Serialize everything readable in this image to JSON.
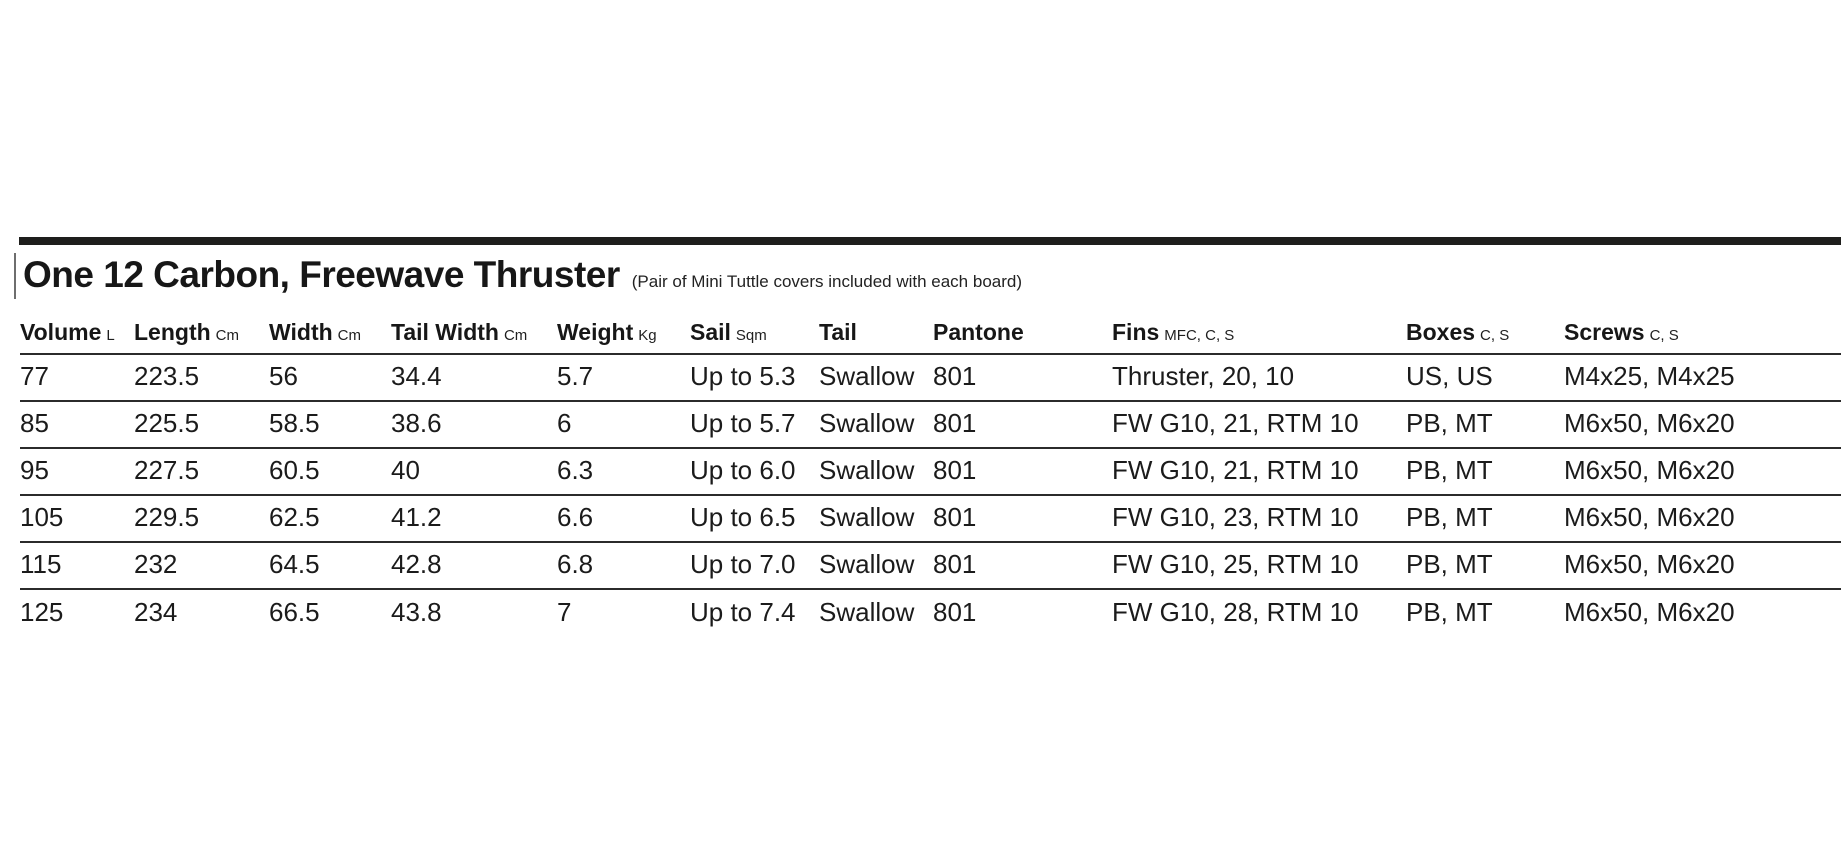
{
  "page": {
    "title": "One 12 Carbon, Freewave Thruster",
    "subtitle": "(Pair of Mini Tuttle covers included with each board)"
  },
  "table": {
    "columns": [
      {
        "label": "Volume",
        "unit": "L"
      },
      {
        "label": "Length",
        "unit": "Cm"
      },
      {
        "label": "Width",
        "unit": "Cm"
      },
      {
        "label": "Tail Width",
        "unit": "Cm"
      },
      {
        "label": "Weight",
        "unit": "Kg"
      },
      {
        "label": "Sail",
        "unit": "Sqm"
      },
      {
        "label": "Tail",
        "unit": ""
      },
      {
        "label": "Pantone",
        "unit": ""
      },
      {
        "label": "Fins",
        "unit": "MFC, C, S"
      },
      {
        "label": "Boxes",
        "unit": "C, S"
      },
      {
        "label": "Screws",
        "unit": "C, S"
      }
    ],
    "rows": [
      [
        "77",
        "223.5",
        "56",
        "34.4",
        "5.7",
        "Up to 5.3",
        "Swallow",
        "801",
        "Thruster, 20, 10",
        "US, US",
        "M4x25, M4x25"
      ],
      [
        "85",
        "225.5",
        "58.5",
        "38.6",
        "6",
        "Up to 5.7",
        "Swallow",
        "801",
        "FW G10, 21, RTM 10",
        "PB, MT",
        "M6x50, M6x20"
      ],
      [
        "95",
        "227.5",
        "60.5",
        "40",
        "6.3",
        "Up to 6.0",
        "Swallow",
        "801",
        "FW G10, 21, RTM 10",
        "PB, MT",
        "M6x50, M6x20"
      ],
      [
        "105",
        "229.5",
        "62.5",
        "41.2",
        "6.6",
        "Up to 6.5",
        "Swallow",
        "801",
        "FW G10, 23, RTM 10",
        "PB, MT",
        "M6x50, M6x20"
      ],
      [
        "115",
        "232",
        "64.5",
        "42.8",
        "6.8",
        "Up to 7.0",
        "Swallow",
        "801",
        "FW G10, 25, RTM 10",
        "PB, MT",
        "M6x50, M6x20"
      ],
      [
        "125",
        "234",
        "66.5",
        "43.8",
        "7",
        "Up to 7.4",
        "Swallow",
        "801",
        "FW G10, 28, RTM 10",
        "PB, MT",
        "M6x50, M6x20"
      ]
    ]
  },
  "colors": {
    "background": "#ffffff",
    "text": "#1b1b1b",
    "rule": "#2b2b2b",
    "divider_bar": "#1e1e1c",
    "cursor": "#6e6e6e"
  }
}
